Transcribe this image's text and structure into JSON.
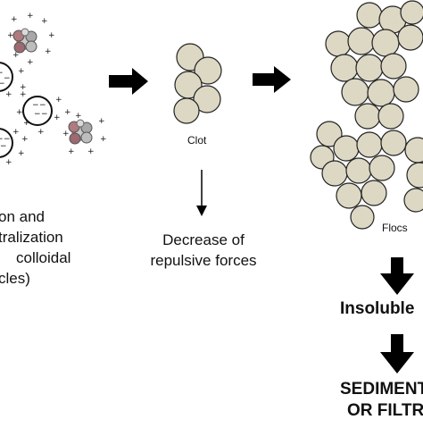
{
  "left_label": {
    "lines": [
      "on and",
      "tralization",
      "colloidal",
      "cles)"
    ]
  },
  "clot_label": "Clot",
  "flocs_label": "Flocs",
  "decrease_label": {
    "line1": "Decrease of",
    "line2": "repulsive forces"
  },
  "insoluble_label": "Insoluble",
  "final_label": {
    "line1": "SEDIMENT",
    "line2": "OR FILTR"
  },
  "colors": {
    "particle_fill": "#ddd8c4",
    "particle_stroke": "#222222",
    "arrow": "#000000",
    "impurity": "#b07a7e"
  }
}
